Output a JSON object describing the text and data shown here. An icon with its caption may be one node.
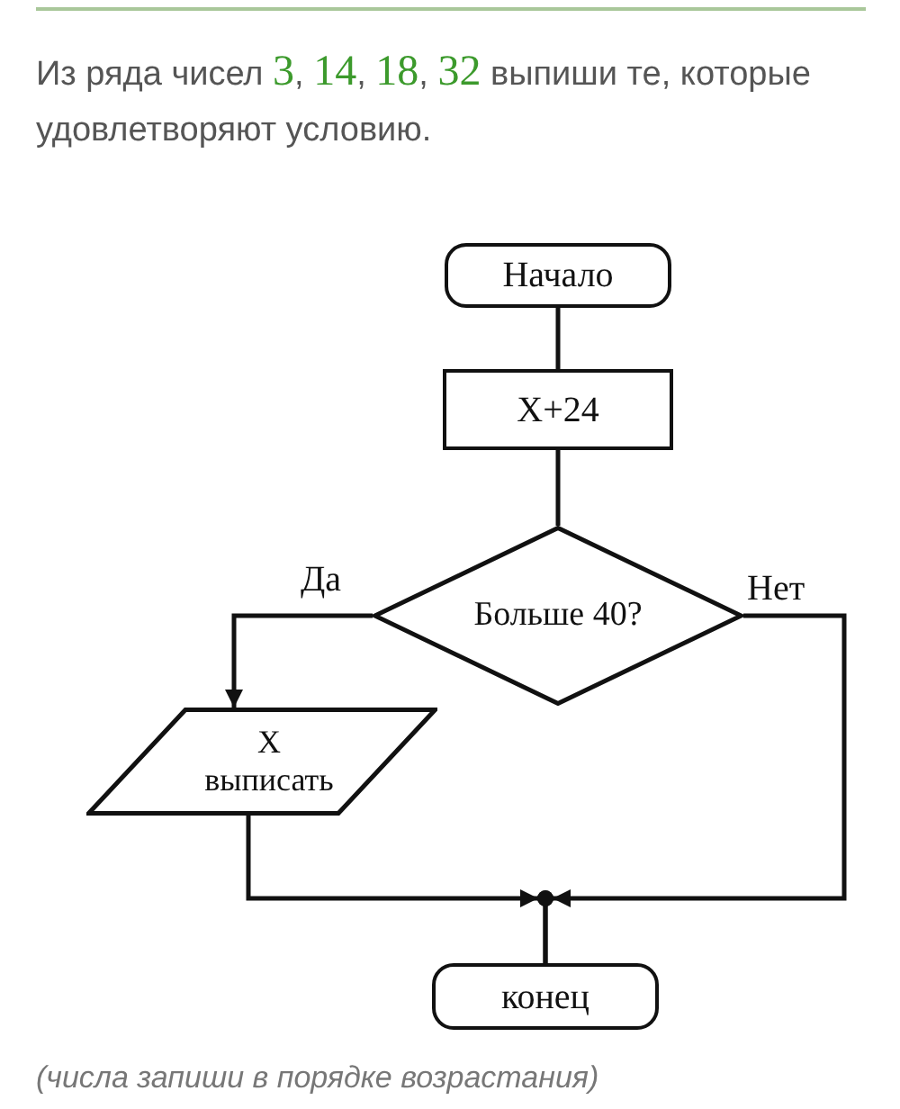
{
  "diagram": {
    "title": "Из ряда чисел **3**, **14**, **18**, **32** выпиши те, которые удовлетворяют условию.",
    "caption": "(числа запиши в порядке возрастания)",
    "nodes": [
      {
        "text": [
          "Начало"
        ]
      },
      {
        "text": [
          "X+24"
        ]
      },
      {
        "text": [
          "Больше 40?"
        ]
      },
      {
        "text": [
          "X выписать"
        ]
      },
      {
        "text": [
          "конец"
        ]
      }
    ],
    "edges": [
      {
        "from": 0,
        "to": 1,
        "arrow": "none"
      },
      {
        "from": 1,
        "to": 2,
        "arrow": "none"
      },
      {
        "from": 2,
        "to": 3,
        "arrow": "to",
        "label": "Да"
      },
      {
        "from": 2,
        "to": 4,
        "arrow": "to",
        "label": "Нет"
      },
      {
        "from": 3,
        "to": 4,
        "arrow": "to"
      }
    ]
  }
}
